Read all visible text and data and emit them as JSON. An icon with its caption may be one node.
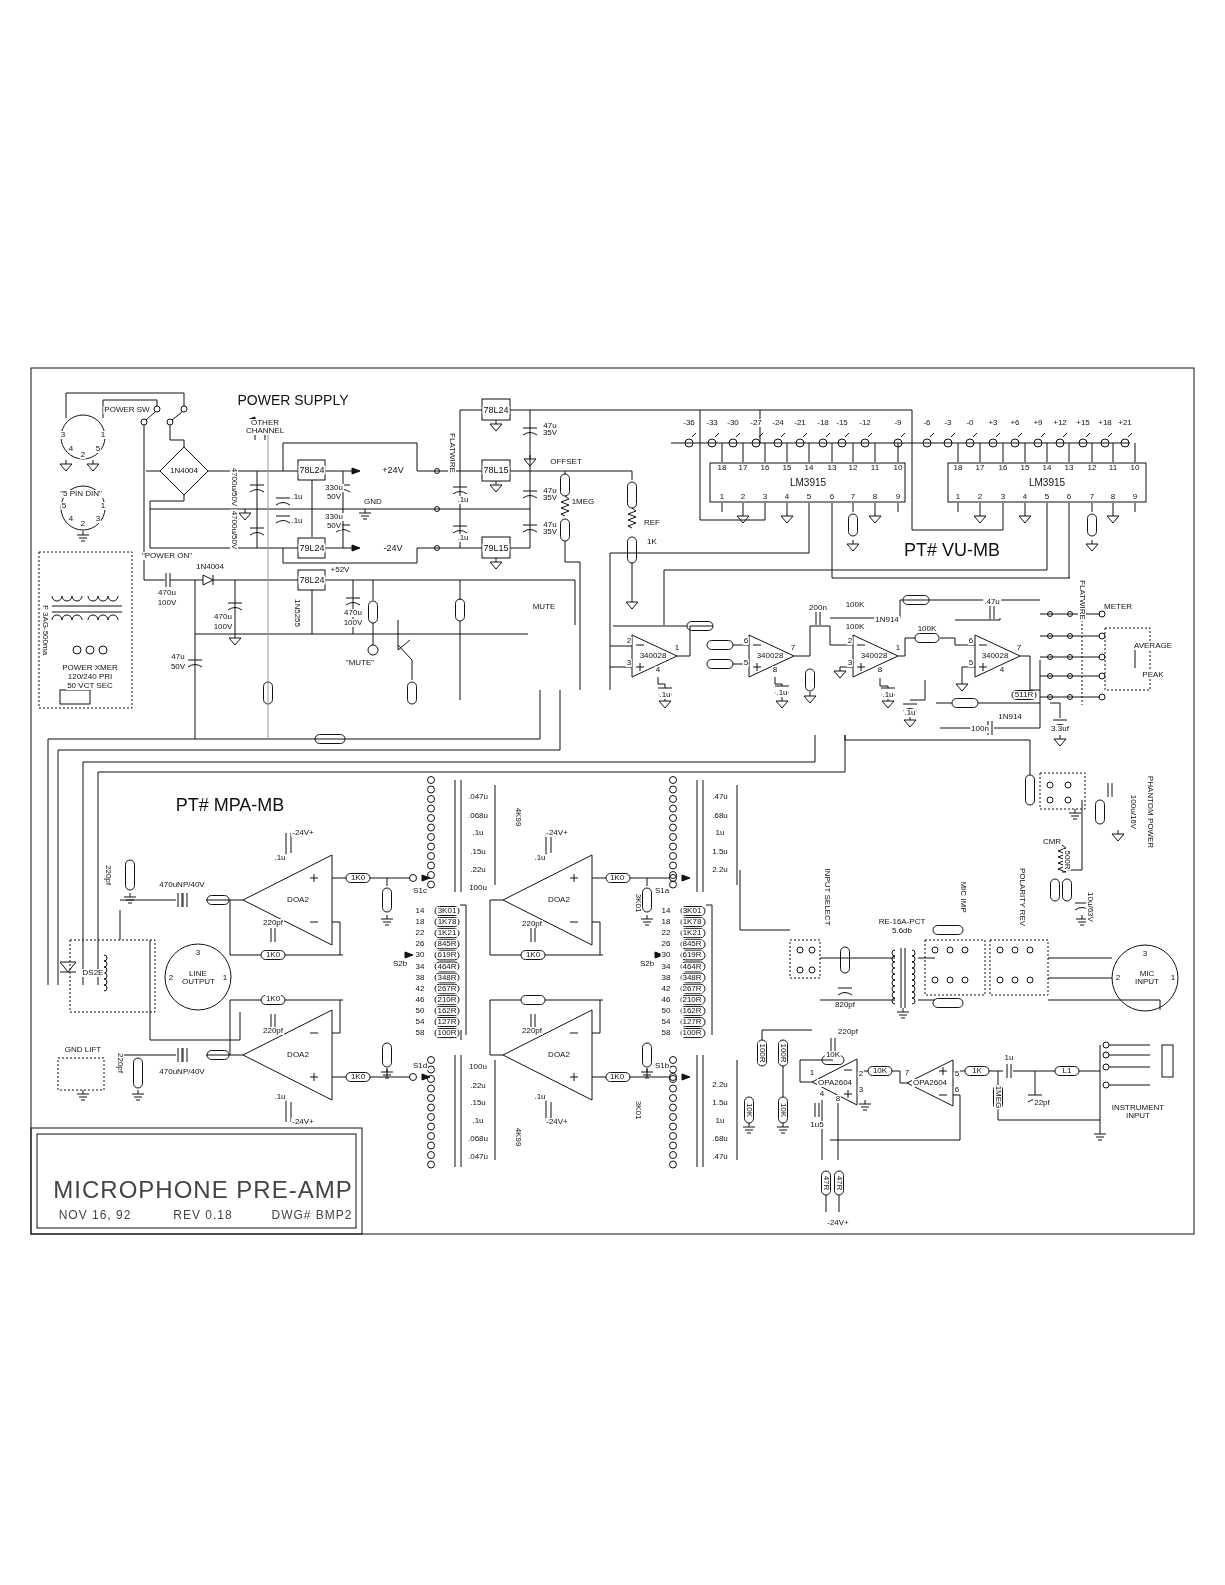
{
  "diagram": {
    "title": "MICROPHONE PRE-AMP",
    "labels": [
      "POWER SUPPLY",
      "POWER SW",
      "OTHER CHANNEL",
      "3",
      "1",
      "4",
      "2",
      "5",
      "\"5 PIN DIN\"",
      "5",
      "1",
      "4",
      "2",
      "3",
      "1N4004",
      "4700u/50V",
      "4700u/50V",
      "78L24",
      "+24V",
      ".1u",
      "330u",
      "50V",
      "GND",
      ".1u",
      "330u",
      "50V",
      "79L24",
      "-24V",
      "\"POWER ON\"",
      "1N4004",
      "470u",
      "100V",
      "78L24",
      "+52V",
      "470u",
      "100V",
      "1N5255",
      "470u",
      "100V",
      "F 3AG-500ma",
      "47u",
      "POWER XMER",
      "50V",
      "\"MUTE\"",
      "120/240 PRI",
      "50 VCT SEC",
      "FLATWIRE",
      "78L24",
      "47u",
      "35V",
      "78L15",
      "OFFSET",
      "47u",
      "35V",
      ".1u",
      "1MEG",
      "47u",
      "35V",
      ".1u",
      "79L15",
      "REF",
      "1K",
      "-36",
      "-33",
      "-30",
      "-27",
      "-24",
      "-21",
      "-18",
      "-15",
      "-12",
      "-9",
      "-6",
      "-3",
      "-0",
      "+3",
      "+6",
      "+9",
      "+12",
      "+15",
      "+18",
      "+21",
      "18",
      "17",
      "16",
      "15",
      "14",
      "13",
      "12",
      "11",
      "10",
      "LM3915",
      "1",
      "2",
      "3",
      "4",
      "5",
      "6",
      "7",
      "8",
      "9",
      "18",
      "17",
      "16",
      "15",
      "14",
      "13",
      "12",
      "11",
      "10",
      "LM3915",
      "1",
      "2",
      "3",
      "4",
      "5",
      "6",
      "7",
      "8",
      "9",
      "PT# VU-MB",
      "MUTE",
      "200n",
      "100K",
      ".47u",
      "METER",
      "FLATWIRE",
      "1N914",
      "100K",
      "100K",
      "2",
      "340028",
      "3",
      "1",
      "4",
      "6",
      "340028",
      "5",
      "7",
      "8",
      "2",
      "340028",
      "3",
      "1",
      "8",
      "6",
      "340028",
      "5",
      "7",
      "4",
      "AVERAGE",
      "PEAK",
      ".1u",
      ".1u",
      ".1u",
      "511R",
      ".1u",
      "1N914",
      "100n",
      "3.3uf",
      "PT# MPA-MB",
      ".047u",
      ".068u",
      ".1u",
      ".15u",
      ".22u",
      "100u",
      "4K99",
      ".47u",
      ".68u",
      "1u",
      "1.5u",
      "2.2u",
      "PHANTOM POWER",
      "100u/16V",
      "-24V+",
      "-24V+",
      "CMR",
      ".1u",
      ".1u",
      "500R",
      "220pf",
      "1K0",
      "1K0",
      "470uNP/40V",
      "S1c",
      "S1a",
      "INPUT SELECT",
      "MIC IMP",
      "POLARITY REV",
      "DOA2",
      "DOA2",
      "3K01",
      "10u/63V",
      "RE-16A-PCT",
      "5.6db",
      "220pf",
      "220pf",
      "14",
      "3K01",
      "14",
      "3K01",
      "18",
      "1K78",
      "18",
      "1K78",
      "22",
      "1K21",
      "22",
      "1K21",
      "26",
      "845R",
      "26",
      "845R",
      "30",
      "619R",
      "30",
      "619R",
      "34",
      "464R",
      "34",
      "464R",
      "38",
      "348R",
      "38",
      "348R",
      "42",
      "267R",
      "42",
      "267R",
      "46",
      "210R",
      "46",
      "210R",
      "50",
      "162R",
      "50",
      "162R",
      "54",
      "127R",
      "54",
      "127R",
      "58",
      "100R",
      "58",
      "100R",
      "1K0",
      "1K0",
      "S2b",
      "S2b",
      "DS2E",
      "LINE OUTPUT",
      "3",
      "2",
      "1",
      "MIC INPUT",
      "3",
      "2",
      "1",
      "1K0",
      "820pf",
      "220pf",
      "220pf",
      "220pf",
      "GND LIFT",
      "100R",
      "100R",
      "DOA2",
      "DOA2",
      "10K",
      "1u",
      "220pf",
      "100u",
      ".22u",
      ".15u",
      ".1u",
      ".068u",
      ".047u",
      "2.2u",
      "1.5u",
      "1u",
      ".68u",
      ".47u",
      "S1d",
      "S1b",
      "470uNP/40V",
      "1K0",
      "1K0",
      "1",
      "2",
      "10K",
      "7",
      "5",
      "1K",
      "L1",
      "OPA2604",
      "OPA2604",
      "3",
      "6",
      "4",
      "8",
      ".1u",
      ".1u",
      "3K01",
      "10K",
      "10K",
      "1MEG",
      "22pf",
      "INSTRUMENT INPUT",
      "-24V+",
      "-24V+",
      "1u5",
      "4K99",
      "47R",
      "47R",
      "-24V+",
      "NOV 16, 92",
      "REV 0.18",
      "DWG# BMP2"
    ]
  }
}
